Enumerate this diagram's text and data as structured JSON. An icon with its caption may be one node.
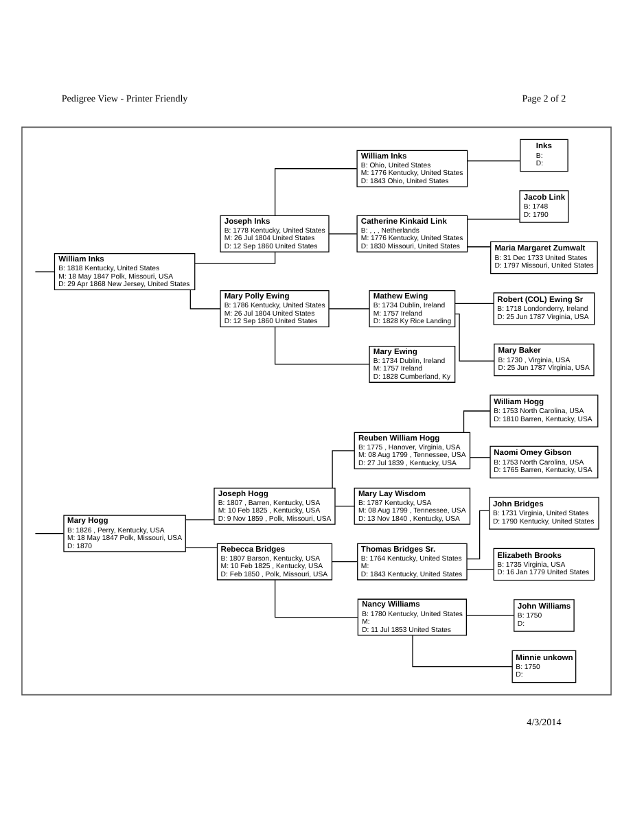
{
  "diagram": {
    "nodes": [
      {
        "text": [],
        "shape": "box"
      },
      {
        "text": [
          "Inks",
          "B:",
          "D:"
        ],
        "in": 0
      },
      {
        "text": [
          "William Inks",
          "B: Ohio, United States",
          "M: 1776 Kentucky, United States",
          "D: 1843 Ohio, United States"
        ],
        "in": 0
      },
      {
        "text": [
          "Joseph Inks",
          "B: 1778 Kentucky, United States",
          "M: 26 Jul 1804 United States",
          "D: 12 Sep 1860 United States"
        ],
        "in": 0
      },
      {
        "text": [
          "Jacob Link",
          "B: 1748",
          "D: 1790"
        ],
        "in": 0
      },
      {
        "text": [
          "Catherine Kinkaid Link",
          "B: , , , Netherlands",
          "M: 1776 Kentucky, United States",
          "D: 1830 Missouri, United States"
        ],
        "in": 0
      },
      {
        "text": [
          "Maria Margaret Zumwalt",
          "B: 31 Dec 1733 United States",
          "D: 1797 Missouri, United States"
        ],
        "in": 0
      },
      {
        "text": [
          "William Inks",
          "B: 1818 Kentucky, United States",
          "M: 18 May 1847 Polk, Missouri, USA",
          "D: 29 Apr 1868 New Jersey, United States"
        ],
        "in": 0
      },
      {
        "text": [
          "Robert (COL) Ewing Sr",
          "B: 1718 Londonderry, Ireland",
          "D: 25 Jun 1787 Virginia, USA"
        ],
        "in": 0
      },
      {
        "text": [
          "Mathew Ewing",
          "B: 1734 Dublin, Ireland",
          "M: 1757 Ireland",
          "D: 1828 Ky Rice Landing"
        ],
        "in": 0
      },
      {
        "text": [
          "Mary Baker",
          "B: 1730 , Virginia, USA",
          "D: 25 Jun 1787 Virginia, USA"
        ],
        "in": 0
      },
      {
        "text": [
          "Mary Polly Ewing",
          "B: 1786 Kentucky, United States",
          "M: 26 Jul 1804 United States",
          "D: 12 Sep 1860 United States"
        ],
        "in": 0
      },
      {
        "text": [
          "Mary Ewing",
          "B: 1734 Dublin, Ireland",
          "M: 1757 Ireland",
          "D: 1828 Cumberland, Ky"
        ],
        "in": 0
      },
      {
        "text": [
          "William Hogg",
          "B: 1753 North Carolina, USA",
          "D: 1810 Barren, Kentucky, USA"
        ],
        "in": 0
      },
      {
        "text": [
          "Reuben William Hogg",
          "B: 1775 , Hanover, Virginia, USA",
          "M: 08 Aug 1799 , Tennessee, USA",
          "D: 27 Jul 1839 , Kentucky, USA"
        ],
        "in": 0
      },
      {
        "text": [
          "Naomi Omey Gibson",
          "B: 1753 North Carolina, USA",
          "D: 1765 Barren, Kentucky, USA"
        ],
        "in": 0
      },
      {
        "text": [
          "Joseph Hogg",
          "B: 1807 , Barren, Kentucky, USA",
          "M: 10 Feb 1825 , Kentucky, USA",
          "D: 9 Nov 1859 , Polk, Missouri, USA"
        ],
        "in": 0
      },
      {
        "text": [
          "Mary Lay Wisdom",
          "B: 1787 Kentucky, USA",
          "M: 08 Aug 1799 , Tennessee, USA",
          "D: 13 Nov 1840 , Kentucky, USA"
        ],
        "in": 0
      },
      {
        "text": [
          "Mary Hogg",
          "B: 1826 , Perry, Kentucky, USA",
          "M: 18 May 1847 Polk, Missouri, USA",
          "D: 1870"
        ],
        "in": 0
      },
      {
        "text": [
          "John Bridges",
          "B: 1731 Virginia, United States",
          "D: 1790 Kentucky, United States"
        ],
        "in": 0
      },
      {
        "text": [
          "Thomas Bridges Sr.",
          "B: 1764 Kentucky, United States",
          "M:",
          "D: 1843 Kentucky, United States"
        ],
        "in": 0
      },
      {
        "text": [
          "Elizabeth Brooks",
          "B: 1735 Virginia, USA",
          "D: 16 Jan 1779 United States"
        ],
        "in": 0
      },
      {
        "text": [
          "Rebecca Bridges",
          "B: 1807 Barson, Kentucky, USA",
          "M: 10 Feb 1825 , Kentucky, USA",
          "D: Feb 1850 , Polk, Missouri, USA"
        ],
        "in": 0
      },
      {
        "text": [
          "John Williams",
          "B: 1750",
          "D:"
        ],
        "in": 0
      },
      {
        "text": [
          "Nancy Williams",
          "B: 1780 Kentucky, United States",
          "M:",
          "D: 11 Jul 1853 United States"
        ],
        "in": 0
      },
      {
        "text": [
          "Minnie unkown",
          "B: 1750",
          "D:"
        ],
        "in": 0
      }
    ],
    "edges": [
      {
        "from": null,
        "to": 7,
        "arrow": "none"
      },
      {
        "from": null,
        "to": 18,
        "arrow": "none"
      },
      {
        "from": 7,
        "to": 11,
        "arrow": "none"
      },
      {
        "from": 7,
        "to": 3,
        "arrow": "none"
      },
      {
        "from": 3,
        "to": 5,
        "arrow": "none"
      },
      {
        "from": 3,
        "to": 2,
        "arrow": "none"
      },
      {
        "from": 2,
        "to": 1,
        "arrow": "none"
      },
      {
        "from": 5,
        "to": 6,
        "arrow": "none"
      },
      {
        "from": 5,
        "to": 4,
        "arrow": "none"
      },
      {
        "from": 11,
        "to": 12,
        "arrow": "none"
      },
      {
        "from": 11,
        "to": 9,
        "arrow": "none"
      },
      {
        "from": 9,
        "to": 10,
        "arrow": "none"
      },
      {
        "from": 9,
        "to": 8,
        "arrow": "none"
      },
      {
        "from": 18,
        "to": 22,
        "arrow": "none"
      },
      {
        "from": 18,
        "to": 16,
        "arrow": "none"
      },
      {
        "from": 16,
        "to": 17,
        "arrow": "none"
      },
      {
        "from": 16,
        "to": 14,
        "arrow": "none"
      },
      {
        "from": 14,
        "to": 15,
        "arrow": "none"
      },
      {
        "from": 14,
        "to": 13,
        "arrow": "none"
      },
      {
        "from": 22,
        "to": 24,
        "arrow": "none"
      },
      {
        "from": 22,
        "to": 20,
        "arrow": "none"
      },
      {
        "from": 20,
        "to": 21,
        "arrow": "none"
      },
      {
        "from": 20,
        "to": 19,
        "arrow": "none"
      },
      {
        "from": 24,
        "to": 25,
        "arrow": "none"
      },
      {
        "from": 24,
        "to": 23,
        "arrow": "none"
      }
    ],
    "labels": [
      "Pedigree View - Printer Friendly",
      "Page 2 of 2",
      "4/3/2014"
    ]
  }
}
